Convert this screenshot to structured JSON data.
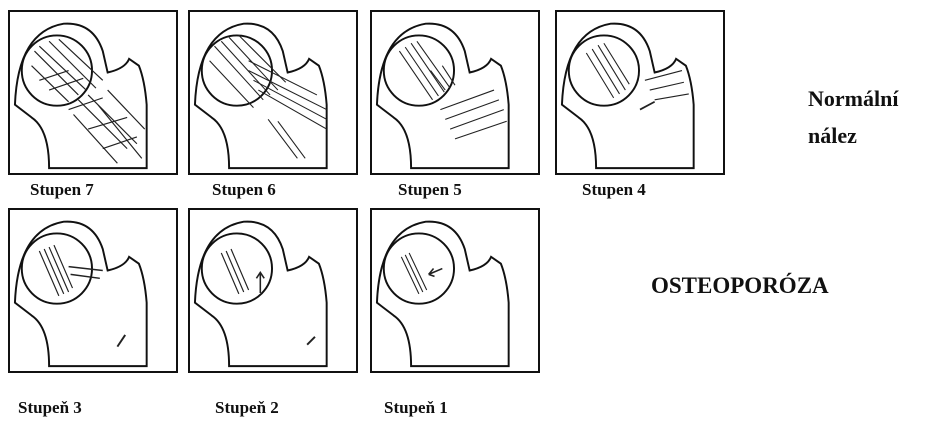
{
  "stages": [
    {
      "id": 7,
      "label": "Stupen 7"
    },
    {
      "id": 6,
      "label": "Stupen 6"
    },
    {
      "id": 5,
      "label": "Stupen 5"
    },
    {
      "id": 4,
      "label": "Stupen 4"
    },
    {
      "id": 3,
      "label": "Stupeň 3"
    },
    {
      "id": 2,
      "label": "Stupeň 2"
    },
    {
      "id": 1,
      "label": "Stupeň 1"
    }
  ],
  "legend": {
    "normal_line1": "Normální",
    "normal_line2": "nález",
    "osteoporosis": "OSTEOPORÓZA"
  }
}
